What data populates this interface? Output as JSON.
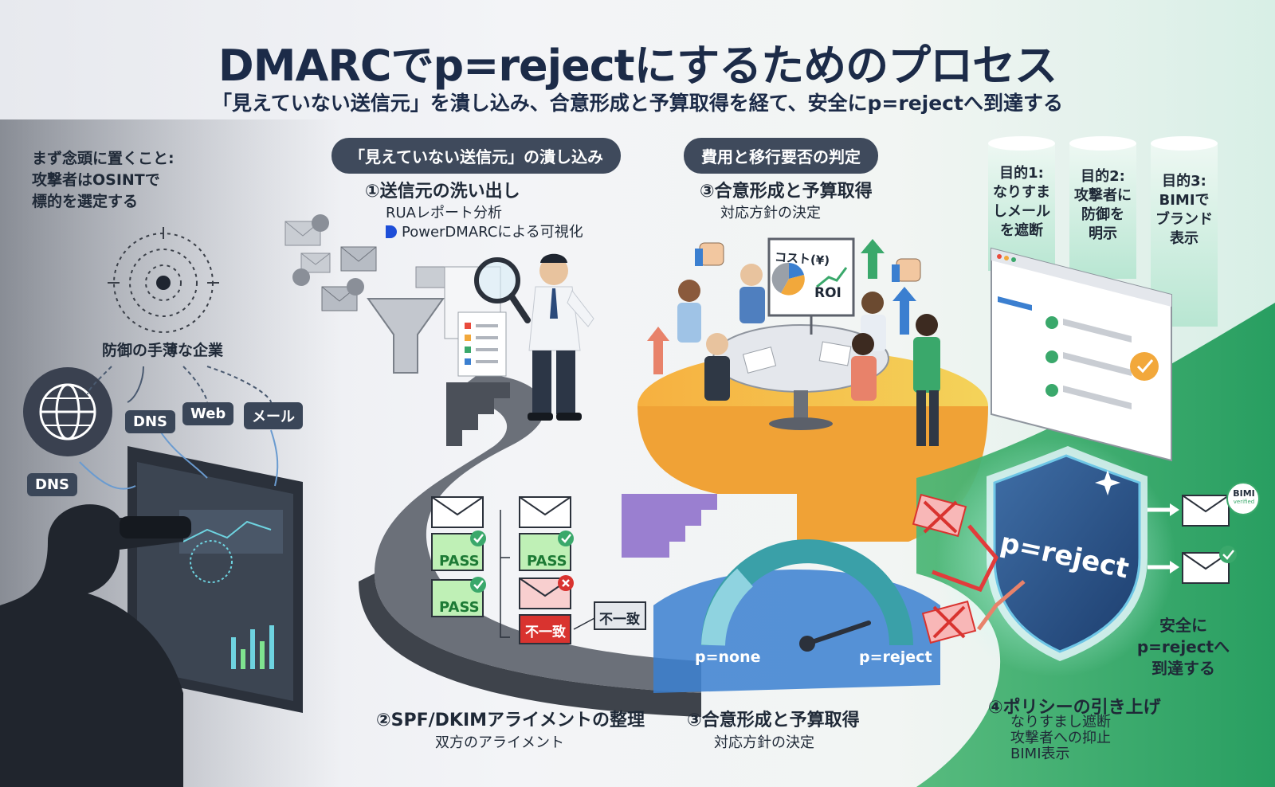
{
  "header": {
    "title": "DMARCでp=rejectにするためのプロセス",
    "subtitle": "「見えていない送信元」を潰し込み、合意形成と予算取得を経て、安全にp=rejectへ到達する"
  },
  "attacker": {
    "note_lines": [
      "まず念頭に置くこと:",
      "攻撃者はOSINTで",
      "標的を選定する"
    ],
    "target_label": "防御の手薄な企業",
    "tags": [
      "DNS",
      "Web",
      "メール",
      "DNS"
    ]
  },
  "phase_pills": {
    "left": "「見えていない送信元」の潰し込み",
    "right": "費用と移行要否の判定"
  },
  "step1": {
    "title": "①送信元の洗い出し",
    "line1": "RUAレポート分析",
    "line2": "PowerDMARCによる可視化"
  },
  "step3_top": {
    "title": "③合意形成と予算取得",
    "sub": "対応方針の決定",
    "board_title": "コスト(¥)",
    "board_roi": "ROI"
  },
  "objectives": [
    {
      "lines": [
        "目的1:",
        "なりすま",
        "しメール",
        "を遮断"
      ]
    },
    {
      "lines": [
        "目的2:",
        "攻撃者に",
        "防御を",
        "明示"
      ]
    },
    {
      "lines": [
        "目的3:",
        "BIMIで",
        "ブランド",
        "表示"
      ]
    }
  ],
  "alignment": {
    "pass_label": "PASS",
    "mismatch_label": "不一致",
    "mismatch_callout": "不一致"
  },
  "gauge": {
    "left_label": "p=none",
    "right_label": "p=reject"
  },
  "shield": {
    "label": "p=reject",
    "bimi_badge_top": "BIMI",
    "bimi_badge_bottom": "verified"
  },
  "safe_arrival": [
    "安全に",
    "p=rejectへ",
    "到達する"
  ],
  "bottom": {
    "step2_title": "②SPF/DKIMアライメントの整理",
    "step2_sub": "双方のアライメント",
    "step3_title": "③合意形成と予算取得",
    "step3_sub": "対応方針の決定",
    "step4_title": "④ポリシーの引き上げ",
    "step4_lines": [
      "なりすまし遮断",
      "攻撃者への抑止",
      "BIMI表示"
    ]
  },
  "colors": {
    "navy": "#1c2b48",
    "pill": "#3f4a5c",
    "orange": "#f2a83b",
    "green": "#3aa86b",
    "pass_green": "#6fcf6b",
    "reject_red": "#e23b3b"
  }
}
